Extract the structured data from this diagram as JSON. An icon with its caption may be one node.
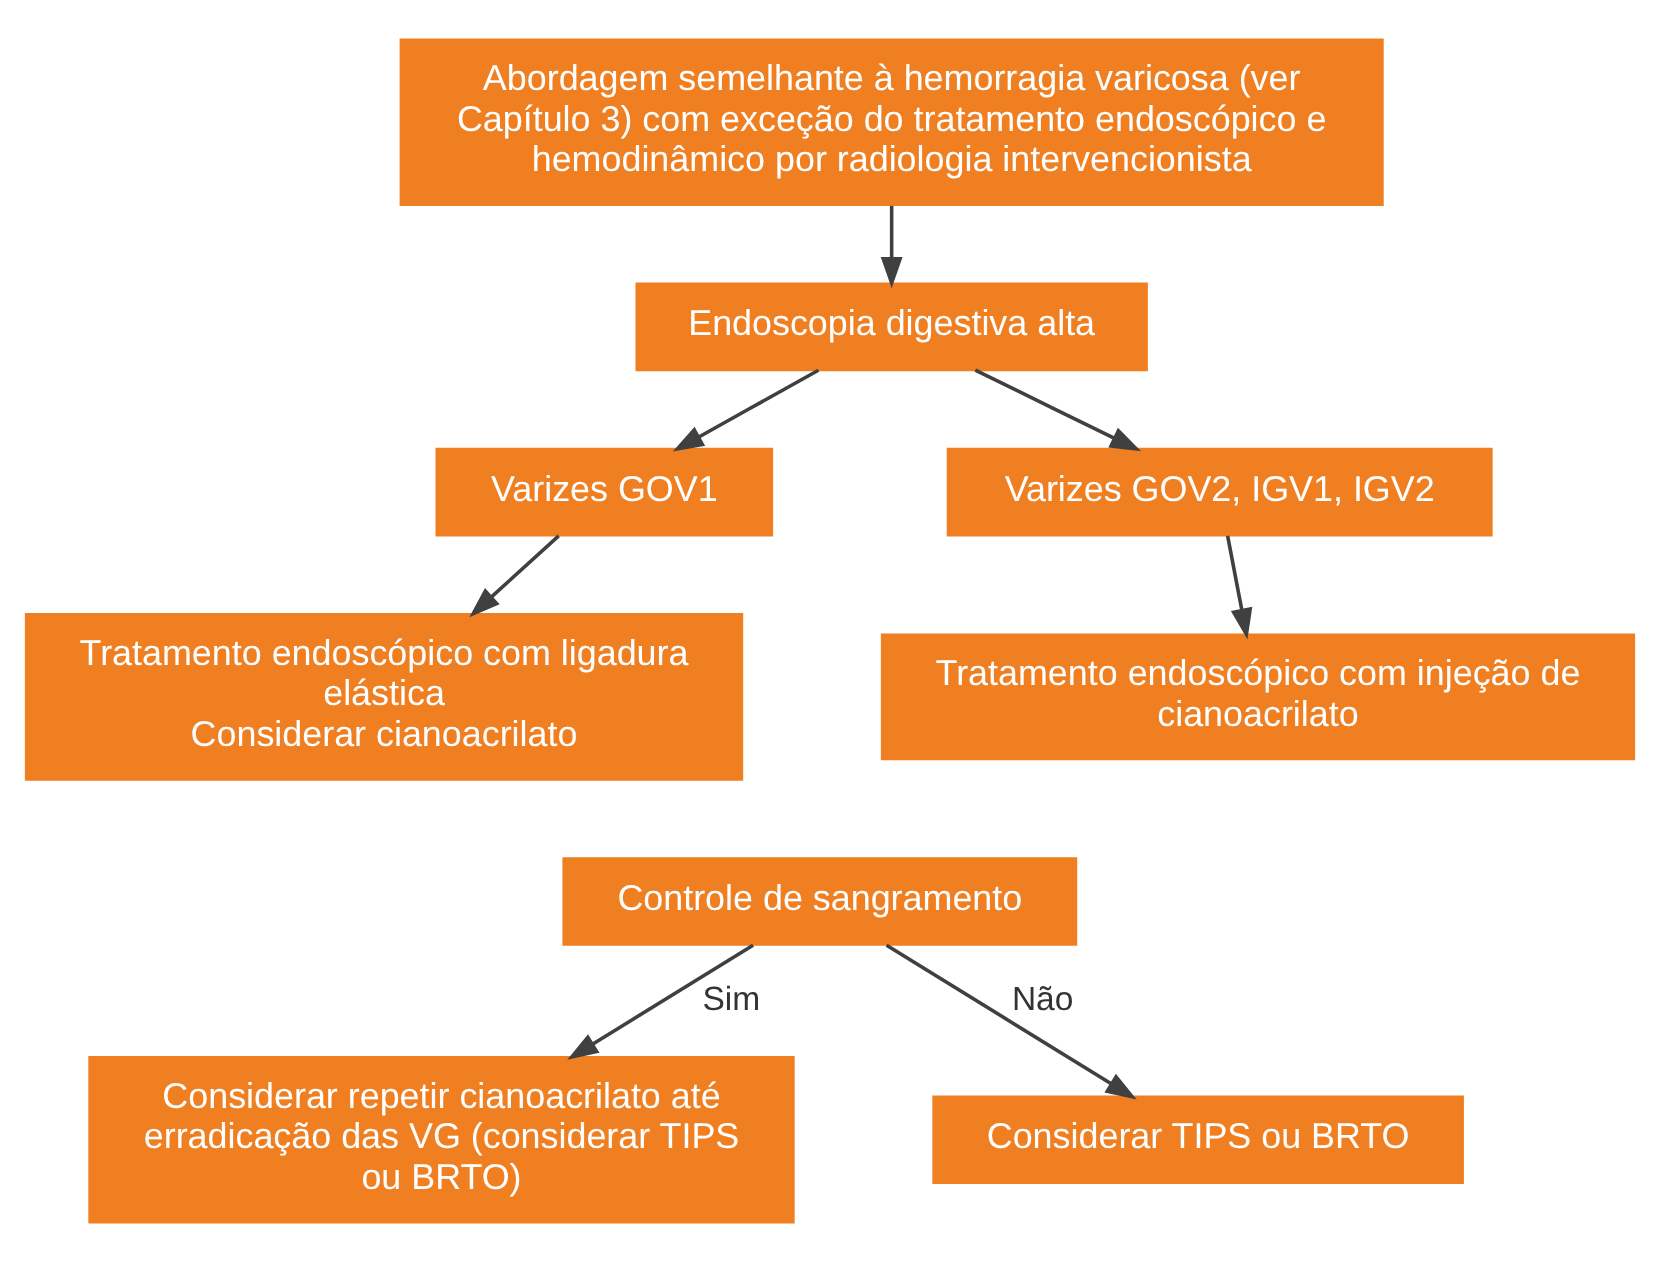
{
  "diagram": {
    "nodes": [
      {
        "text": [
          "Abordagem semelhante à hemorragia varicosa (ver Capítulo 3) com exceção do tratamento endoscópico e hemodinâmico por radiologia intervencionista"
        ]
      },
      {
        "text": [
          "Endoscopia digestiva alta"
        ]
      },
      {
        "text": [
          "Varizes GOV1"
        ]
      },
      {
        "text": [
          "Varizes GOV2, IGV1, IGV2"
        ]
      },
      {
        "text": [
          "Tratamento endoscópico com ligadura elástica",
          "Considerar cianoacrilato"
        ]
      },
      {
        "text": [
          "Tratamento endoscópico com injeção de cianoacrilato"
        ]
      },
      {
        "text": [
          "Controle de sangramento"
        ]
      },
      {
        "text": [
          "Considerar repetir cianoacrilato até erradicação das VG (considerar TIPS ou BRTO)"
        ]
      },
      {
        "text": [
          "Considerar TIPS ou BRTO"
        ]
      }
    ],
    "edges": [
      {
        "from": 0,
        "to": 1,
        "arrow": "to"
      },
      {
        "from": 1,
        "to": 2,
        "arrow": "to"
      },
      {
        "from": 1,
        "to": 3,
        "arrow": "to"
      },
      {
        "from": 2,
        "to": 4,
        "arrow": "to"
      },
      {
        "from": 3,
        "to": 5,
        "arrow": "to"
      },
      {
        "from": 6,
        "to": 7,
        "label": "Sim",
        "arrow": "to"
      },
      {
        "from": 6,
        "to": 8,
        "label": "Não",
        "arrow": "to"
      }
    ]
  }
}
